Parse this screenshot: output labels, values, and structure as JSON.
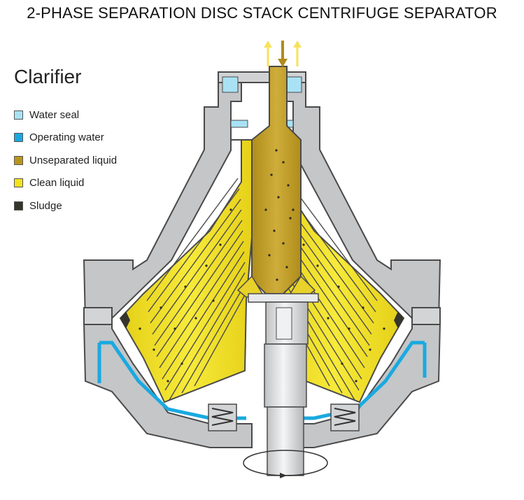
{
  "title": "2-PHASE SEPARATION DISC STACK CENTRIFUGE SEPARATOR",
  "legend": {
    "heading": "Clarifier",
    "items": [
      {
        "label": "Water seal",
        "color": "#a9e2f5"
      },
      {
        "label": "Operating water",
        "color": "#1aa9e0"
      },
      {
        "label": "Unseparated liquid",
        "color": "#b8961d"
      },
      {
        "label": "Clean liquid",
        "color": "#f3e21f"
      },
      {
        "label": "Sludge",
        "color": "#36352c"
      }
    ]
  },
  "colors": {
    "housing": "#c4c6c8",
    "housing_outline": "#4a4a4a",
    "steel": "#e8e9ea"
  }
}
